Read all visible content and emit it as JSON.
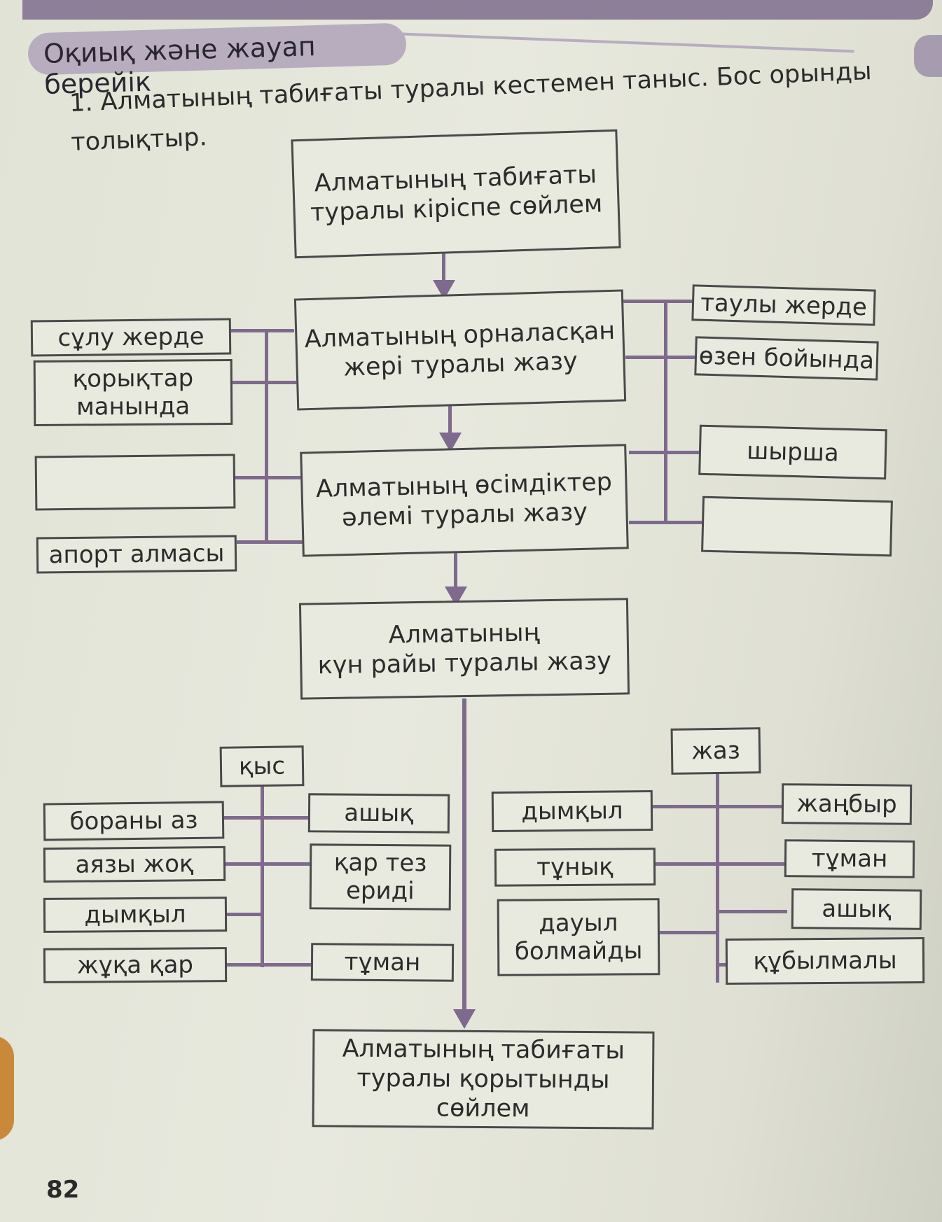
{
  "header": {
    "title": "Оқиық және жауап берейік"
  },
  "instruction": "1. Алматының табиғаты туралы кестемен таныс. Бос орынды толықтыр.",
  "page_number": "82",
  "diagram": {
    "intro": "Алматының табиғаты\nтуралы кіріспе сөйлем",
    "location": "Алматының орналасқан\nжері туралы жазу",
    "plants": "Алматының өсімдіктер\nәлемі туралы жазу",
    "weather": "Алматының\nкүн райы туралы жазу",
    "conclusion": "Алматының табиғаты\nтуралы қорытынды\nсөйлем",
    "location_left": [
      "сұлу жерде",
      "қорықтар\nманында"
    ],
    "location_right": [
      "таулы жерде",
      "өзен бойында"
    ],
    "plants_left": [
      "",
      "апорт алмасы"
    ],
    "plants_right": [
      "шырша",
      ""
    ],
    "winter": {
      "label": "қыс",
      "left": [
        "бораны аз",
        "аязы жоқ",
        "дымқыл",
        "жұқа қар"
      ],
      "right": [
        "ашық",
        "қар тез\nериді",
        "тұман"
      ]
    },
    "summer": {
      "label": "жаз",
      "left": [
        "дымқыл",
        "тұнық",
        "дауыл\nболмайды"
      ],
      "right": [
        "жаңбыр",
        "тұман",
        "ашық",
        "құбылмалы"
      ]
    }
  }
}
